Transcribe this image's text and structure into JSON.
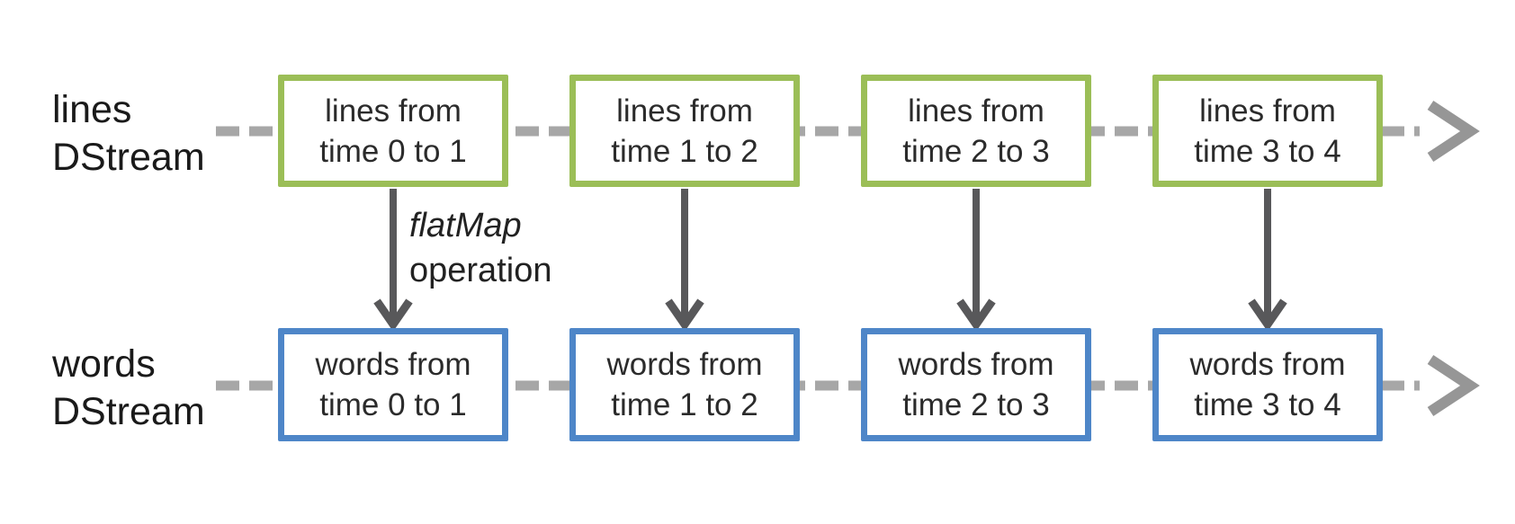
{
  "diagram": {
    "title_hint": "DStream flatMap operation diagram",
    "rows": [
      {
        "id": "lines-dstream",
        "label_line1": "lines",
        "label_line2": "DStream",
        "box_border_color": "#9bbe57",
        "boxes": [
          {
            "line1": "lines from",
            "line2": "time 0 to 1"
          },
          {
            "line1": "lines from",
            "line2": "time 1 to 2"
          },
          {
            "line1": "lines from",
            "line2": "time 2 to 3"
          },
          {
            "line1": "lines from",
            "line2": "time 3 to 4"
          }
        ]
      },
      {
        "id": "words-dstream",
        "label_line1": "words",
        "label_line2": "DStream",
        "box_border_color": "#4e86c8",
        "boxes": [
          {
            "line1": "words from",
            "line2": "time 0 to 1"
          },
          {
            "line1": "words from",
            "line2": "time 1 to 2"
          },
          {
            "line1": "words from",
            "line2": "time 2 to 3"
          },
          {
            "line1": "words from",
            "line2": "time 3 to 4"
          }
        ]
      }
    ],
    "operation": {
      "name": "flatMap",
      "suffix": "operation"
    },
    "icons": {
      "timeline_arrow": "dashed-right-arrow",
      "operation_arrow": "down-arrow"
    },
    "colors": {
      "green_box_border": "#9bbe57",
      "blue_box_border": "#4e86c8",
      "timeline_dash": "#a7a7a7",
      "timeline_arrowhead": "#969696",
      "operation_arrow": "#58585a",
      "box_text": "#2b2b2b",
      "label_text": "#1a1a1a",
      "background": "#ffffff"
    }
  }
}
